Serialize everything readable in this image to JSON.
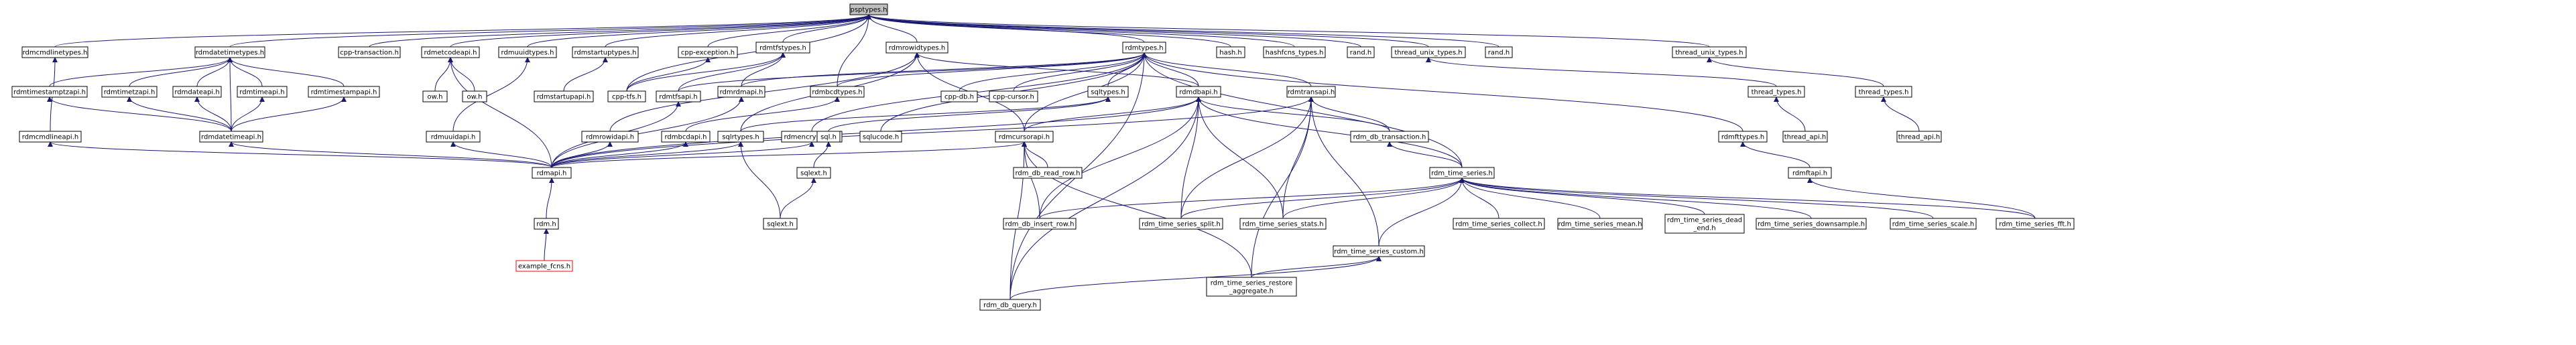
{
  "diagram": {
    "title": "",
    "edge_color": "#191970",
    "root_fill": "#bfbfbf",
    "nodes": [
      {
        "id": "psptypes_h",
        "label": "psptypes.h",
        "root": true
      },
      {
        "id": "rdmcmdlinetypes_h",
        "label": "rdmcmdlinetypes.h"
      },
      {
        "id": "rdmdatetimetypes_h",
        "label": "rdmdatetimetypes.h"
      },
      {
        "id": "cpp_transaction_h",
        "label": "cpp-transaction.h"
      },
      {
        "id": "rdmetcodeapi_h",
        "label": "rdmetcodeapi.h"
      },
      {
        "id": "rdmuuidtypes_h",
        "label": "rdmuuidtypes.h"
      },
      {
        "id": "rdmstartuptypes_h",
        "label": "rdmstartuptypes.h"
      },
      {
        "id": "cpp_exception_h",
        "label": "cpp-exception.h"
      },
      {
        "id": "rdmtfstypes_h",
        "label": "rdmtfstypes.h"
      },
      {
        "id": "rdmrowidtypes_h",
        "label": "rdmrowidtypes.h"
      },
      {
        "id": "rdmtypes_h",
        "label": "rdmtypes.h"
      },
      {
        "id": "hash_h",
        "label": "hash.h"
      },
      {
        "id": "hashfcns_types_h",
        "label": "hashfcns_types.h"
      },
      {
        "id": "rand_h_1",
        "label": "rand.h"
      },
      {
        "id": "thread_unix_types_h_1",
        "label": "thread_unix_types.h"
      },
      {
        "id": "rand_h_2",
        "label": "rand.h"
      },
      {
        "id": "thread_unix_types_h_2",
        "label": "thread_unix_types.h"
      },
      {
        "id": "rdmtimestamptzapi_h",
        "label": "rdmtimestamptzapi.h"
      },
      {
        "id": "rdmtimetzapi_h",
        "label": "rdmtimetzapi.h"
      },
      {
        "id": "rdmdateapi_h",
        "label": "rdmdateapi.h"
      },
      {
        "id": "rdmtimeapi_h",
        "label": "rdmtimeapi.h"
      },
      {
        "id": "rdmtimestampapi_h",
        "label": "rdmtimestampapi.h"
      },
      {
        "id": "ow_h_1",
        "label": "ow.h"
      },
      {
        "id": "ow_h_2",
        "label": "ow.h"
      },
      {
        "id": "rdmstartupapi_h",
        "label": "rdmstartupapi.h"
      },
      {
        "id": "cpp_tfs_h",
        "label": "cpp-tfs.h"
      },
      {
        "id": "rdmtfsapi_h",
        "label": "rdmtfsapi.h"
      },
      {
        "id": "rdmrdmapi_h",
        "label": "rdmrdmapi.h"
      },
      {
        "id": "rdmbcdtypes_h",
        "label": "rdmbcdtypes.h"
      },
      {
        "id": "cpp_db_h",
        "label": "cpp-db.h"
      },
      {
        "id": "cpp_cursor_h",
        "label": "cpp-cursor.h"
      },
      {
        "id": "sqltypes_h",
        "label": "sqltypes.h"
      },
      {
        "id": "rdmdbapi_h",
        "label": "rdmdbapi.h"
      },
      {
        "id": "rdmtransapi_h",
        "label": "rdmtransapi.h"
      },
      {
        "id": "thread_types_h_1",
        "label": "thread_types.h"
      },
      {
        "id": "thread_types_h_2",
        "label": "thread_types.h"
      },
      {
        "id": "rdmcmdlineapi_h",
        "label": "rdmcmdlineapi.h"
      },
      {
        "id": "rdmdatetimeapi_h",
        "label": "rdmdatetimeapi.h"
      },
      {
        "id": "rdmuuidapi_h",
        "label": "rdmuuidapi.h"
      },
      {
        "id": "rdmrowidapi_h",
        "label": "rdmrowidapi.h"
      },
      {
        "id": "rdmbcdapi_h",
        "label": "rdmbcdapi.h"
      },
      {
        "id": "sqlrtypes_h",
        "label": "sqlrtypes.h"
      },
      {
        "id": "rdmencryptapi_h",
        "label": "rdmencryptapi.h"
      },
      {
        "id": "sql_h",
        "label": "sql.h"
      },
      {
        "id": "sqlucode_h",
        "label": "sqlucode.h"
      },
      {
        "id": "rdmcursorapi_h",
        "label": "rdmcursorapi.h"
      },
      {
        "id": "rdm_db_transaction_h",
        "label": "rdm_db_transaction.h"
      },
      {
        "id": "thread_api_h_1",
        "label": "thread_api.h"
      },
      {
        "id": "rdmfttypes_h",
        "label": "rdmfttypes.h"
      },
      {
        "id": "thread_api_h_2",
        "label": "thread_api.h"
      },
      {
        "id": "rdmapi_h",
        "label": "rdmapi.h"
      },
      {
        "id": "sqlext_h_1",
        "label": "sqlext.h"
      },
      {
        "id": "rdm_db_read_row_h",
        "label": "rdm_db_read_row.h"
      },
      {
        "id": "rdm_time_series_h",
        "label": "rdm_time_series.h"
      },
      {
        "id": "rdmftapi_h",
        "label": "rdmftapi.h"
      },
      {
        "id": "rdm_h",
        "label": "rdm.h"
      },
      {
        "id": "sqlext_h_2",
        "label": "sqlext.h"
      },
      {
        "id": "rdm_db_insert_row_h",
        "label": "rdm_db_insert_row.h"
      },
      {
        "id": "rdm_time_series_split_h",
        "label": "rdm_time_series_split.h"
      },
      {
        "id": "rdm_time_series_stats_h",
        "label": "rdm_time_series_stats.h"
      },
      {
        "id": "rdm_time_series_collect_h",
        "label": "rdm_time_series_collect.h"
      },
      {
        "id": "rdm_time_series_mean_h",
        "label": "rdm_time_series_mean.h"
      },
      {
        "id": "rdm_time_series_dead_end_h",
        "label": "rdm_time_series_dead\n_end.h"
      },
      {
        "id": "rdm_time_series_downsample_h",
        "label": "rdm_time_series_downsample.h"
      },
      {
        "id": "rdm_time_series_scale_h",
        "label": "rdm_time_series_scale.h"
      },
      {
        "id": "rdm_time_series_fft_h",
        "label": "rdm_time_series_fft.h"
      },
      {
        "id": "rdm_time_series_custom_h",
        "label": "rdm_time_series_custom.h"
      },
      {
        "id": "example_fcns_h",
        "label": "example_fcns.h",
        "red": true
      },
      {
        "id": "rdm_time_series_restore_aggregate_h",
        "label": "rdm_time_series_restore\n_aggregate.h"
      },
      {
        "id": "rdm_db_query_h",
        "label": "rdm_db_query.h"
      }
    ],
    "edges": [
      [
        "rdmcmdlinetypes_h",
        "psptypes_h"
      ],
      [
        "rdmdatetimetypes_h",
        "psptypes_h"
      ],
      [
        "cpp_transaction_h",
        "psptypes_h"
      ],
      [
        "rdmetcodeapi_h",
        "psptypes_h"
      ],
      [
        "rdmuuidtypes_h",
        "psptypes_h"
      ],
      [
        "rdmstartuptypes_h",
        "psptypes_h"
      ],
      [
        "cpp_exception_h",
        "psptypes_h"
      ],
      [
        "rdmtfstypes_h",
        "psptypes_h"
      ],
      [
        "rdmrowidtypes_h",
        "psptypes_h"
      ],
      [
        "rdmtypes_h",
        "psptypes_h"
      ],
      [
        "hash_h",
        "psptypes_h"
      ],
      [
        "hashfcns_types_h",
        "psptypes_h"
      ],
      [
        "rand_h_1",
        "psptypes_h"
      ],
      [
        "thread_unix_types_h_1",
        "psptypes_h"
      ],
      [
        "rand_h_2",
        "psptypes_h"
      ],
      [
        "thread_unix_types_h_2",
        "psptypes_h"
      ],
      [
        "cpp_tfs_h",
        "psptypes_h"
      ],
      [
        "rdmbcdtypes_h",
        "psptypes_h"
      ],
      [
        "rdmtimestamptzapi_h",
        "rdmdatetimetypes_h"
      ],
      [
        "rdmtimetzapi_h",
        "rdmdatetimetypes_h"
      ],
      [
        "rdmdateapi_h",
        "rdmdatetimetypes_h"
      ],
      [
        "rdmtimeapi_h",
        "rdmdatetimetypes_h"
      ],
      [
        "rdmtimestampapi_h",
        "rdmdatetimetypes_h"
      ],
      [
        "rdmdatetimeapi_h",
        "rdmdatetimetypes_h"
      ],
      [
        "ow_h_1",
        "rdmetcodeapi_h"
      ],
      [
        "ow_h_2",
        "rdmetcodeapi_h"
      ],
      [
        "rdmapi_h",
        "rdmetcodeapi_h"
      ],
      [
        "rdmuuidapi_h",
        "rdmuuidtypes_h"
      ],
      [
        "rdmstartupapi_h",
        "rdmstartuptypes_h"
      ],
      [
        "cpp_tfs_h",
        "cpp_exception_h"
      ],
      [
        "cpp_tfs_h",
        "rdmtfstypes_h"
      ],
      [
        "rdmtfsapi_h",
        "rdmtfstypes_h"
      ],
      [
        "rdmrdmapi_h",
        "rdmtfstypes_h"
      ],
      [
        "rdmrowidapi_h",
        "rdmrowidtypes_h"
      ],
      [
        "rdmdbapi_h",
        "rdmrowidtypes_h"
      ],
      [
        "rdmcursorapi_h",
        "rdmrowidtypes_h"
      ],
      [
        "sqlrtypes_h",
        "rdmrowidtypes_h"
      ],
      [
        "cpp_db_h",
        "rdmtypes_h"
      ],
      [
        "cpp_cursor_h",
        "rdmtypes_h"
      ],
      [
        "sqltypes_h",
        "rdmtypes_h"
      ],
      [
        "rdmdbapi_h",
        "rdmtypes_h"
      ],
      [
        "rdmtransapi_h",
        "rdmtypes_h"
      ],
      [
        "rdmtfsapi_h",
        "rdmtypes_h"
      ],
      [
        "rdmrdmapi_h",
        "rdmtypes_h"
      ],
      [
        "rdmbcdtypes_h",
        "rdmtypes_h"
      ],
      [
        "rdmencryptapi_h",
        "rdmtypes_h"
      ],
      [
        "rdmcursorapi_h",
        "rdmtypes_h"
      ],
      [
        "rdm_time_series_h",
        "rdmtypes_h"
      ],
      [
        "rdmfttypes_h",
        "rdmtypes_h"
      ],
      [
        "sqlucode_h",
        "rdmtypes_h"
      ],
      [
        "rdm_db_query_h",
        "rdmtypes_h"
      ],
      [
        "thread_types_h_1",
        "thread_unix_types_h_1"
      ],
      [
        "thread_types_h_2",
        "thread_unix_types_h_2"
      ],
      [
        "rdmcmdlineapi_h",
        "rdmcmdlinetypes_h"
      ],
      [
        "rdmdatetimeapi_h",
        "rdmtimestamptzapi_h"
      ],
      [
        "rdmdatetimeapi_h",
        "rdmtimetzapi_h"
      ],
      [
        "rdmdatetimeapi_h",
        "rdmdateapi_h"
      ],
      [
        "rdmdatetimeapi_h",
        "rdmtimeapi_h"
      ],
      [
        "rdmdatetimeapi_h",
        "rdmtimestampapi_h"
      ],
      [
        "rdmbcdapi_h",
        "rdmbcdtypes_h"
      ],
      [
        "sqlrtypes_h",
        "sqltypes_h"
      ],
      [
        "sql_h",
        "sqltypes_h"
      ],
      [
        "rdmcursorapi_h",
        "rdmdbapi_h"
      ],
      [
        "rdm_db_transaction_h",
        "rdmdbapi_h"
      ],
      [
        "rdm_db_insert_row_h",
        "rdmdbapi_h"
      ],
      [
        "rdm_time_series_split_h",
        "rdmdbapi_h"
      ],
      [
        "rdm_time_series_stats_h",
        "rdmdbapi_h"
      ],
      [
        "rdm_db_query_h",
        "rdmdbapi_h"
      ],
      [
        "rdm_time_series_h",
        "rdmdbapi_h"
      ],
      [
        "rdm_db_transaction_h",
        "rdmtransapi_h"
      ],
      [
        "rdm_time_series_split_h",
        "rdmtransapi_h"
      ],
      [
        "rdm_time_series_stats_h",
        "rdmtransapi_h"
      ],
      [
        "rdm_time_series_custom_h",
        "rdmtransapi_h"
      ],
      [
        "rdm_time_series_restore_aggregate_h",
        "rdmtransapi_h"
      ],
      [
        "thread_api_h_1",
        "thread_types_h_1"
      ],
      [
        "thread_api_h_2",
        "thread_types_h_2"
      ],
      [
        "rdmftapi_h",
        "rdmfttypes_h"
      ],
      [
        "rdmapi_h",
        "rdmcmdlineapi_h"
      ],
      [
        "rdmapi_h",
        "rdmdatetimeapi_h"
      ],
      [
        "rdmapi_h",
        "rdmuuidapi_h"
      ],
      [
        "rdmapi_h",
        "rdmrowidapi_h"
      ],
      [
        "rdmapi_h",
        "rdmbcdapi_h"
      ],
      [
        "rdmapi_h",
        "rdmencryptapi_h"
      ],
      [
        "rdmapi_h",
        "rdmtfsapi_h"
      ],
      [
        "rdmapi_h",
        "rdmrdmapi_h"
      ],
      [
        "rdmapi_h",
        "rdmdbapi_h"
      ],
      [
        "rdmapi_h",
        "rdmtransapi_h"
      ],
      [
        "rdmapi_h",
        "rdmcursorapi_h"
      ],
      [
        "rdmapi_h",
        "sqlrtypes_h"
      ],
      [
        "sqlext_h_1",
        "sql_h"
      ],
      [
        "sqlext_h_2",
        "sqlext_h_1"
      ],
      [
        "sqlext_h_2",
        "sqlrtypes_h"
      ],
      [
        "rdm_db_read_row_h",
        "rdmcursorapi_h"
      ],
      [
        "rdm_db_insert_row_h",
        "rdmcursorapi_h"
      ],
      [
        "rdm_db_query_h",
        "rdmcursorapi_h"
      ],
      [
        "rdm_time_series_restore_aggregate_h",
        "rdmcursorapi_h"
      ],
      [
        "rdm_time_series_h",
        "rdm_db_transaction_h"
      ],
      [
        "rdm_h",
        "rdmapi_h"
      ],
      [
        "example_fcns_h",
        "rdm_h"
      ],
      [
        "rdm_db_insert_row_h",
        "rdm_time_series_h"
      ],
      [
        "rdm_time_series_split_h",
        "rdm_time_series_h"
      ],
      [
        "rdm_time_series_stats_h",
        "rdm_time_series_h"
      ],
      [
        "rdm_time_series_collect_h",
        "rdm_time_series_h"
      ],
      [
        "rdm_time_series_mean_h",
        "rdm_time_series_h"
      ],
      [
        "rdm_time_series_dead_end_h",
        "rdm_time_series_h"
      ],
      [
        "rdm_time_series_downsample_h",
        "rdm_time_series_h"
      ],
      [
        "rdm_time_series_scale_h",
        "rdm_time_series_h"
      ],
      [
        "rdm_time_series_fft_h",
        "rdm_time_series_h"
      ],
      [
        "rdm_time_series_custom_h",
        "rdm_time_series_h"
      ],
      [
        "rdm_time_series_fft_h",
        "rdmftapi_h"
      ],
      [
        "rdm_db_query_h",
        "rdm_time_series_custom_h"
      ],
      [
        "rdm_time_series_restore_aggregate_h",
        "rdm_time_series_custom_h"
      ]
    ]
  }
}
